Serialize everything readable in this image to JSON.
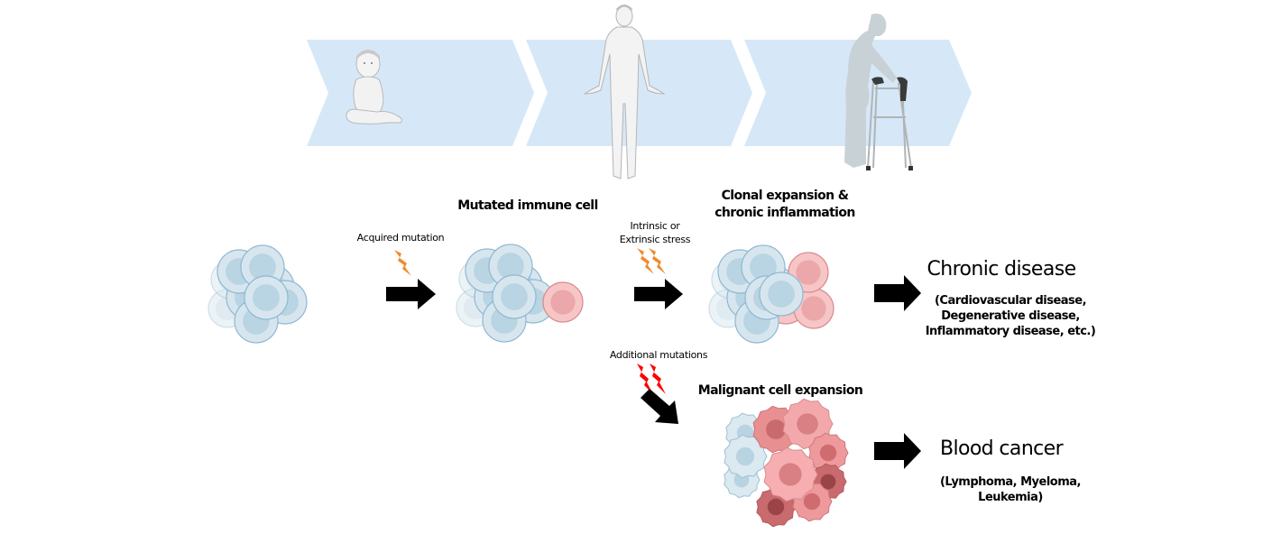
{
  "life_stages": [
    {
      "label": "infant",
      "icon": "baby-icon"
    },
    {
      "label": "adult",
      "icon": "adult-body-icon"
    },
    {
      "label": "elderly",
      "icon": "elderly-with-walker-icon"
    }
  ],
  "colors": {
    "chevron_fill": "#d6e8f7",
    "healthy_cell": "#b9d4e2",
    "healthy_cell_outline": "#8fb8d2",
    "mutated_cell": "#eba7a9",
    "mutated_cell_outline": "#d98b8e",
    "malignant_cell": "#e8898c",
    "bolt_orange": "#f08a2c",
    "bolt_red": "#ff0000",
    "arrow": "#000000"
  },
  "steps": {
    "acquired_mutation": "Acquired mutation",
    "mutated_cell_title": "Mutated immune cell",
    "stress_line1": "Intrinsic or",
    "stress_line2": "Extrinsic stress",
    "clonal_line1": "Clonal expansion &",
    "clonal_line2": "chronic inflammation",
    "additional_mutations": "Additional mutations",
    "malignant_title": "Malignant cell expansion"
  },
  "outcomes": {
    "chronic": {
      "title": "Chronic disease",
      "details": [
        "(Cardiovascular disease,",
        "Degenerative disease,",
        "Inflammatory disease, etc.)"
      ]
    },
    "cancer": {
      "title": "Blood cancer",
      "details": [
        "(Lymphoma, Myeloma,",
        "Leukemia)"
      ]
    }
  }
}
